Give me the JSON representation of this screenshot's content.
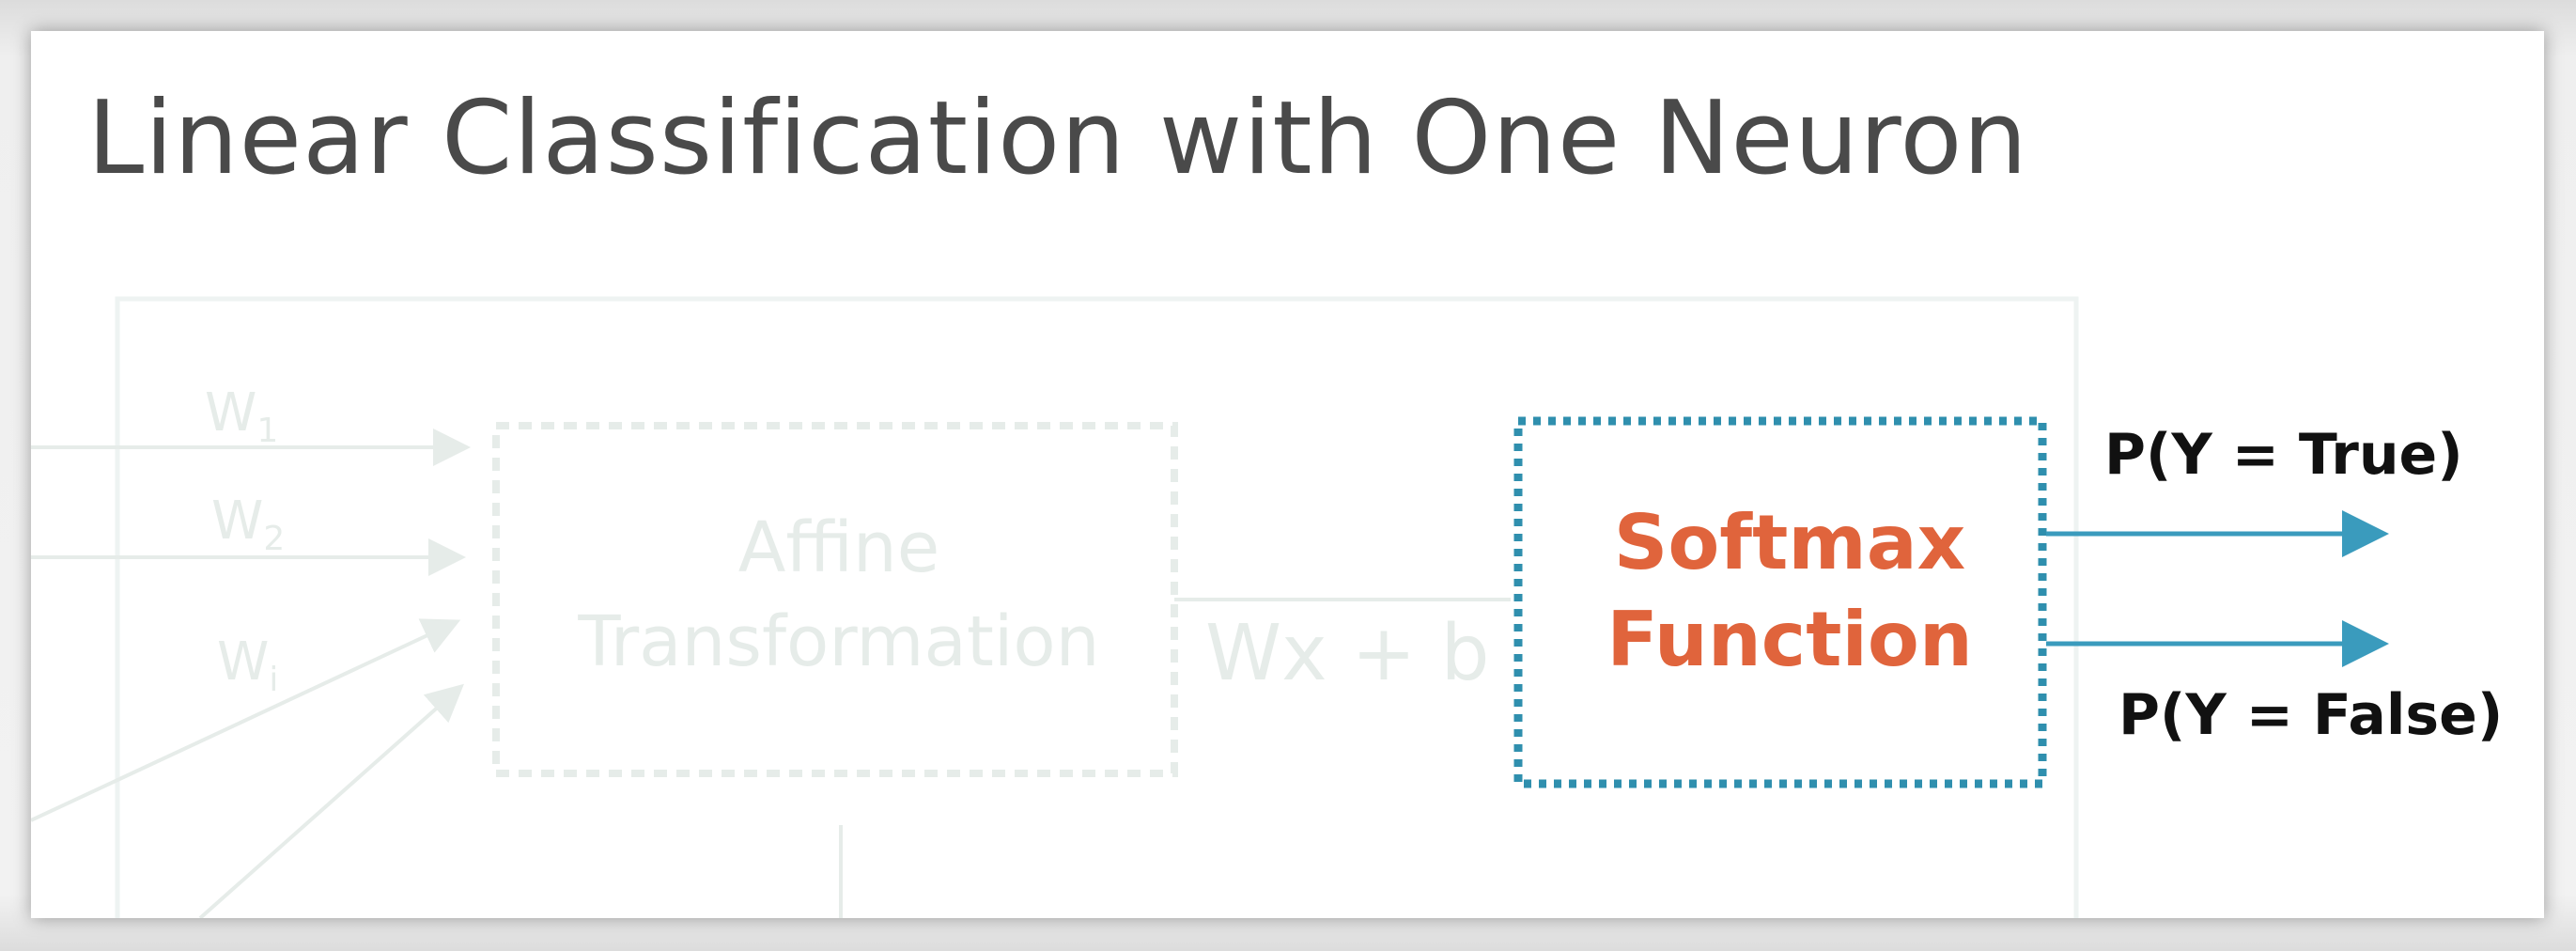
{
  "slide": {
    "title": "Linear Classification with One Neuron"
  },
  "diagram": {
    "faded_inputs": {
      "weight_1": "W",
      "weight_1_sub": "1",
      "weight_2": "W",
      "weight_2_sub": "2",
      "weight_i": "W",
      "weight_i_sub": "i"
    },
    "affine_box": {
      "line1": "Affine",
      "line2": "Transformation"
    },
    "affine_output": "Wx + b",
    "softmax_box": {
      "line1": "Softmax",
      "line2": "Function"
    },
    "outputs": {
      "true_label": "P(Y = True)",
      "false_label": "P(Y = False)"
    }
  },
  "colors": {
    "softmax_text": "#e0643c",
    "box_border": "#2f8fae",
    "arrow": "#3a9bbd",
    "faded": "#e6ece9"
  }
}
